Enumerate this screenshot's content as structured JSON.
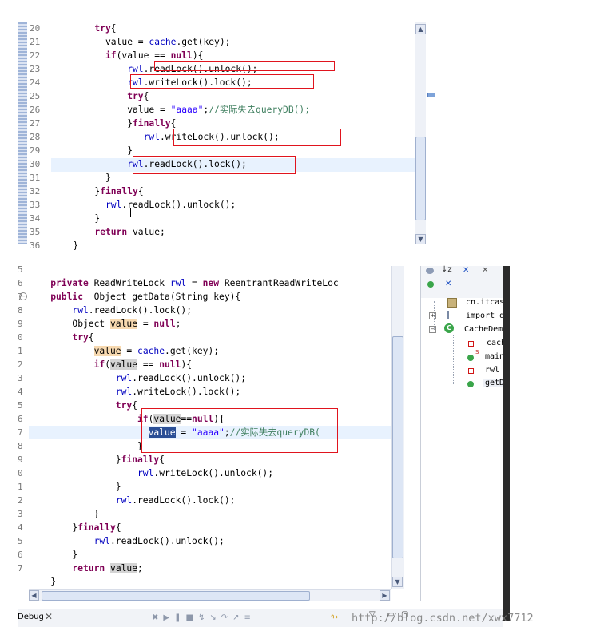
{
  "top_panel": {
    "line_numbers": [
      "20",
      "21",
      "22",
      "23",
      "24",
      "25",
      "26",
      "27",
      "28",
      "29",
      "30",
      "31",
      "32",
      "33",
      "34",
      "35",
      "36"
    ],
    "lines": [
      {
        "k1": "try",
        "t1": "{"
      },
      {
        "a": "value = ",
        "f": "cache",
        "b": ".get(key);"
      },
      {
        "k1": "if",
        "t1": "(value == ",
        "k2": "null",
        "t2": "){"
      },
      {
        "f": "rwl",
        "b": ".readLock().unlock();"
      },
      {
        "f": "rwl",
        "b": ".writeLock().lock();"
      },
      {
        "k1": "try",
        "t1": "{"
      },
      {
        "a": "value = ",
        "s": "\"aaaa\"",
        "b": ";",
        "c": "//实际失去queryDB();"
      },
      {
        "t0": "}",
        "k1": "finally",
        "t1": "{"
      },
      {
        "f": "rwl",
        "b": ".writeLock().unlock();"
      },
      {
        "t0": "}"
      },
      {
        "f": "rwl",
        "b": ".readLock().lock();"
      },
      {
        "t0": "}"
      },
      {
        "t0": "}",
        "k1": "finally",
        "t1": "{"
      },
      {
        "f": "rwl",
        "b": ".readLock().unlock();"
      },
      {
        "t0": "}"
      },
      {
        "k1": "return",
        "t1": " value;"
      },
      {
        "t0": "}"
      }
    ]
  },
  "bottom_panel": {
    "line_numbers": [
      "5",
      "6",
      "7",
      "8",
      "9",
      "0",
      "1",
      "2",
      "3",
      "4",
      "5",
      "6",
      "7",
      "8",
      "9",
      "0",
      "1",
      "2",
      "3",
      "4",
      "5",
      "6",
      "7"
    ],
    "lines": [
      {
        "t0": ""
      },
      {
        "k1": "private",
        "t1": " ReadWriteLock ",
        "f": "rwl",
        "t2": " = ",
        "k2": "new",
        "t3": " ReentrantReadWriteLoc"
      },
      {
        "k1": "public",
        "t1": "  Object getData(String key){"
      },
      {
        "f": "rwl",
        "b": ".readLock().lock();"
      },
      {
        "a": "Object ",
        "ow": "value",
        "t2": " = ",
        "k2": "null",
        "t3": ";"
      },
      {
        "k1": "try",
        "t1": "{"
      },
      {
        "ow": "value",
        "t2": " = ",
        "f2": "cache",
        "t3": ".get(key);"
      },
      {
        "k1": "if",
        "t1": "(",
        "oc": "value",
        "t2": " == ",
        "k2": "null",
        "t3": "){"
      },
      {
        "f": "rwl",
        "b": ".readLock().unlock();"
      },
      {
        "f": "rwl",
        "b": ".writeLock().lock();"
      },
      {
        "k1": "try",
        "t1": "{"
      },
      {
        "k1": "if",
        "t1": "(",
        "oc": "value",
        "t2": "==",
        "k2": "null",
        "t3": "){"
      },
      {
        "sel": "value",
        "t2": " = ",
        "s": "\"aaaa\"",
        "b": ";",
        "c": "//实际失去queryDB("
      },
      {
        "t0": "}"
      },
      {
        "t0": "}",
        "k1": "finally",
        "t1": "{"
      },
      {
        "f": "rwl",
        "b": ".writeLock().unlock();"
      },
      {
        "t0": "}"
      },
      {
        "f": "rwl",
        "b": ".readLock().lock();"
      },
      {
        "t0": "}"
      },
      {
        "t0": "}",
        "k1": "finally",
        "t1": "{"
      },
      {
        "f": "rwl",
        "b": ".readLock().unlock();"
      },
      {
        "t0": "}"
      },
      {
        "k1": "return",
        "t1": " ",
        "oc": "value",
        "t3": ";"
      },
      {
        "t0": "}"
      }
    ]
  },
  "outline": {
    "items": [
      {
        "label": "cn.itcas",
        "icon": "package-icon"
      },
      {
        "label": "import d",
        "icon": "imports-icon"
      },
      {
        "label": "CacheDem",
        "icon": "class-icon"
      },
      {
        "label": "cach",
        "icon": "private-field-icon"
      },
      {
        "label": "main",
        "icon": "public-static-method-icon"
      },
      {
        "label": "rwl",
        "icon": "private-field-icon"
      },
      {
        "label": "getD",
        "icon": "public-method-icon"
      }
    ]
  },
  "bottom_bar": {
    "tab_label": "Debug",
    "watermark": "http://blog.csdn.net/xwx7712"
  }
}
